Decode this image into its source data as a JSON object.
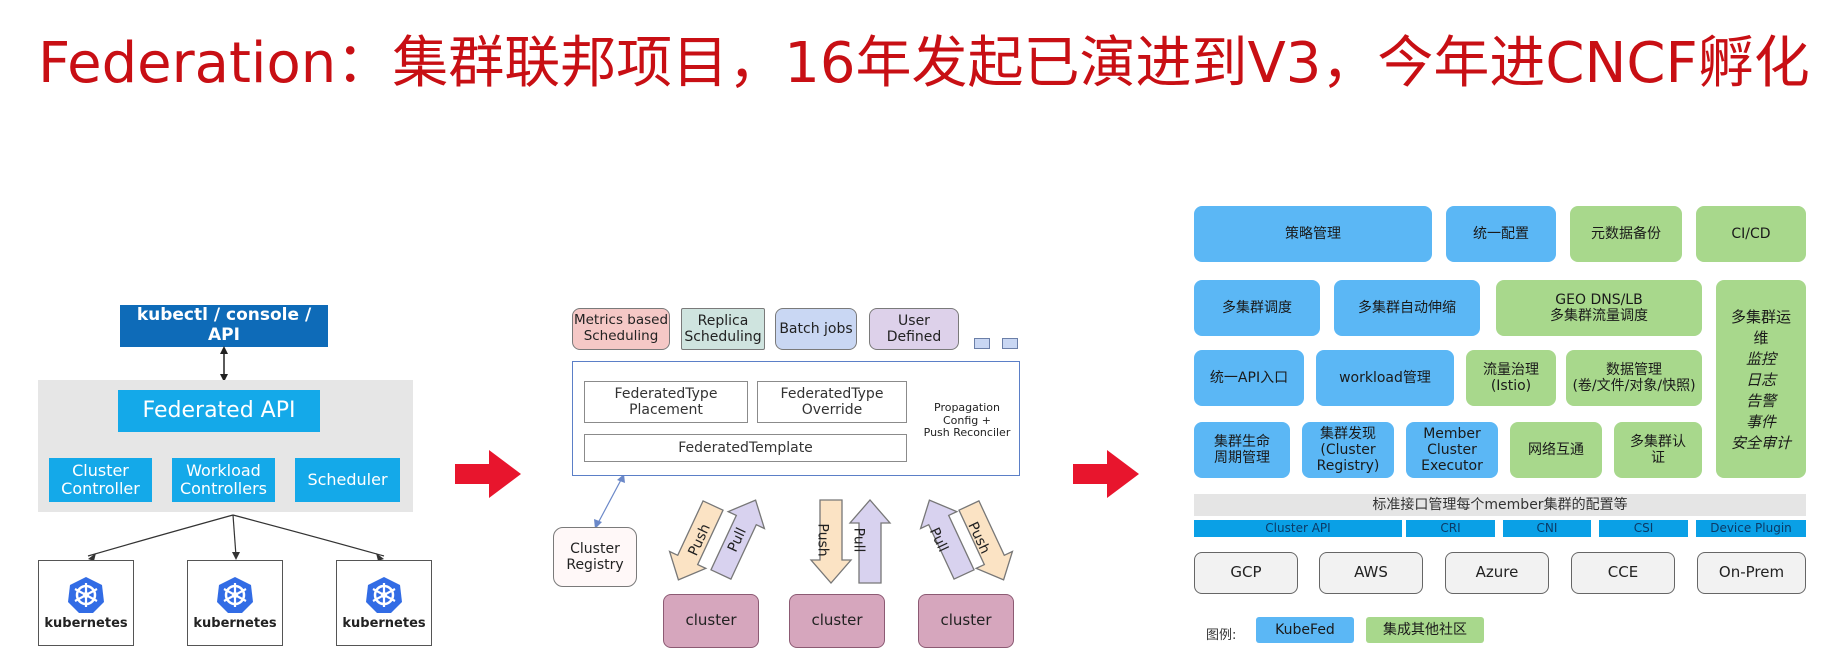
{
  "title": "Federation：集群联邦项目，16年发起已演进到V3，今年进CNCF孵化",
  "left": {
    "entry": "kubectl / console / API",
    "api": "Federated API",
    "controllers": [
      "Cluster\nController",
      "Workload\nControllers",
      "Scheduler"
    ],
    "k8s_label": "kubernetes"
  },
  "middle": {
    "tabs": [
      "Metrics based\nScheduling",
      "Replica\nScheduling",
      "Batch jobs",
      "User Defined"
    ],
    "placement": "FederatedType\nPlacement",
    "override": "FederatedType\nOverride",
    "template": "FederatedTemplate",
    "propagation": "Propagation\nConfig +\nPush Reconciler",
    "registry": "Cluster\nRegistry",
    "push": "Push",
    "pull": "Pull",
    "cluster": "cluster"
  },
  "right": {
    "row1": [
      "策略管理",
      "统一配置",
      "元数据备份",
      "CI/CD"
    ],
    "row2": [
      "多集群调度",
      "多集群自动伸缩",
      "GEO DNS/LB\n多集群流量调度"
    ],
    "ops": [
      "多集群运",
      "维",
      "监控",
      "日志",
      "告警",
      "事件",
      "安全审计"
    ],
    "row3": [
      "统一API入口",
      "workload管理",
      "流量治理\n(Istio)",
      "数据管理\n(卷/文件/对象/快照)"
    ],
    "row4": [
      "集群生命\n周期管理",
      "集群发现\n(Cluster\nRegistry)",
      "Member\nCluster\nExecutor",
      "网络互通",
      "多集群认\n证"
    ],
    "standard": "标准接口管理每个member集群的配置等",
    "apis": [
      "Cluster API",
      "CRI",
      "CNI",
      "CSI",
      "Device Plugin"
    ],
    "infra": [
      "GCP",
      "AWS",
      "Azure",
      "CCE",
      "On-Prem"
    ],
    "legend_label": "图例:",
    "legend": [
      "KubeFed",
      "集成其他社区"
    ]
  },
  "colors": {
    "title": "#c80f14",
    "kubefed": "#5bb7f5",
    "community": "#a8d88c",
    "arrow": "#e8152d"
  }
}
